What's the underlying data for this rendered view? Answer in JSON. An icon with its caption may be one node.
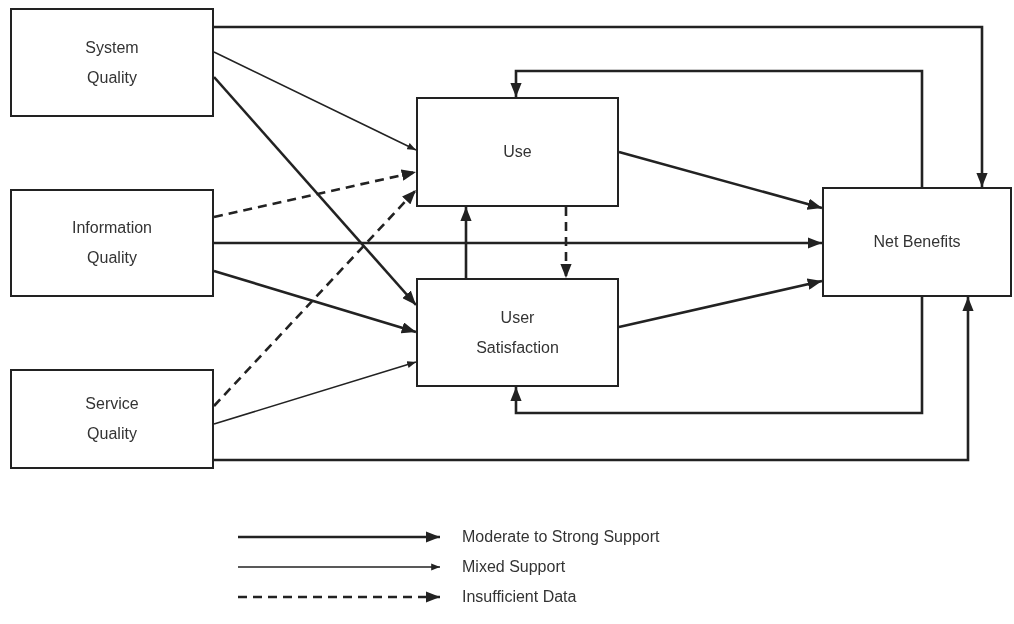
{
  "diagram": {
    "nodes": [
      {
        "text": [
          "System Quality"
        ]
      },
      {
        "text": [
          "Information Quality"
        ]
      },
      {
        "text": [
          "Service Quality"
        ]
      },
      {
        "text": [
          "Use"
        ]
      },
      {
        "text": [
          "User Satisfaction"
        ]
      },
      {
        "text": [
          "Net Benefits"
        ]
      }
    ],
    "edges": [
      {
        "from": 0,
        "to": 3,
        "arrow": "to"
      },
      {
        "from": 0,
        "to": 4,
        "arrow": "to"
      },
      {
        "from": 0,
        "to": 5,
        "arrow": "to"
      },
      {
        "from": 1,
        "to": 3,
        "arrow": "to",
        "style": "dashed"
      },
      {
        "from": 1,
        "to": 5,
        "arrow": "to"
      },
      {
        "from": 1,
        "to": 4,
        "arrow": "to"
      },
      {
        "from": 2,
        "to": 3,
        "arrow": "to",
        "style": "dashed"
      },
      {
        "from": 2,
        "to": 4,
        "arrow": "to"
      },
      {
        "from": 2,
        "to": 5,
        "arrow": "to"
      },
      {
        "from": 3,
        "to": 5,
        "arrow": "to"
      },
      {
        "from": 4,
        "to": 3,
        "arrow": "to"
      },
      {
        "from": 3,
        "to": 4,
        "arrow": "to",
        "style": "dashed"
      },
      {
        "from": 4,
        "to": 5,
        "arrow": "to"
      },
      {
        "from": 5,
        "to": 3,
        "arrow": "to"
      },
      {
        "from": 5,
        "to": 4,
        "arrow": "to"
      }
    ],
    "legend": [
      {
        "text": "Moderate to Strong Support"
      },
      {
        "text": "Mixed Support"
      },
      {
        "text": "Insufficient Data"
      }
    ]
  }
}
